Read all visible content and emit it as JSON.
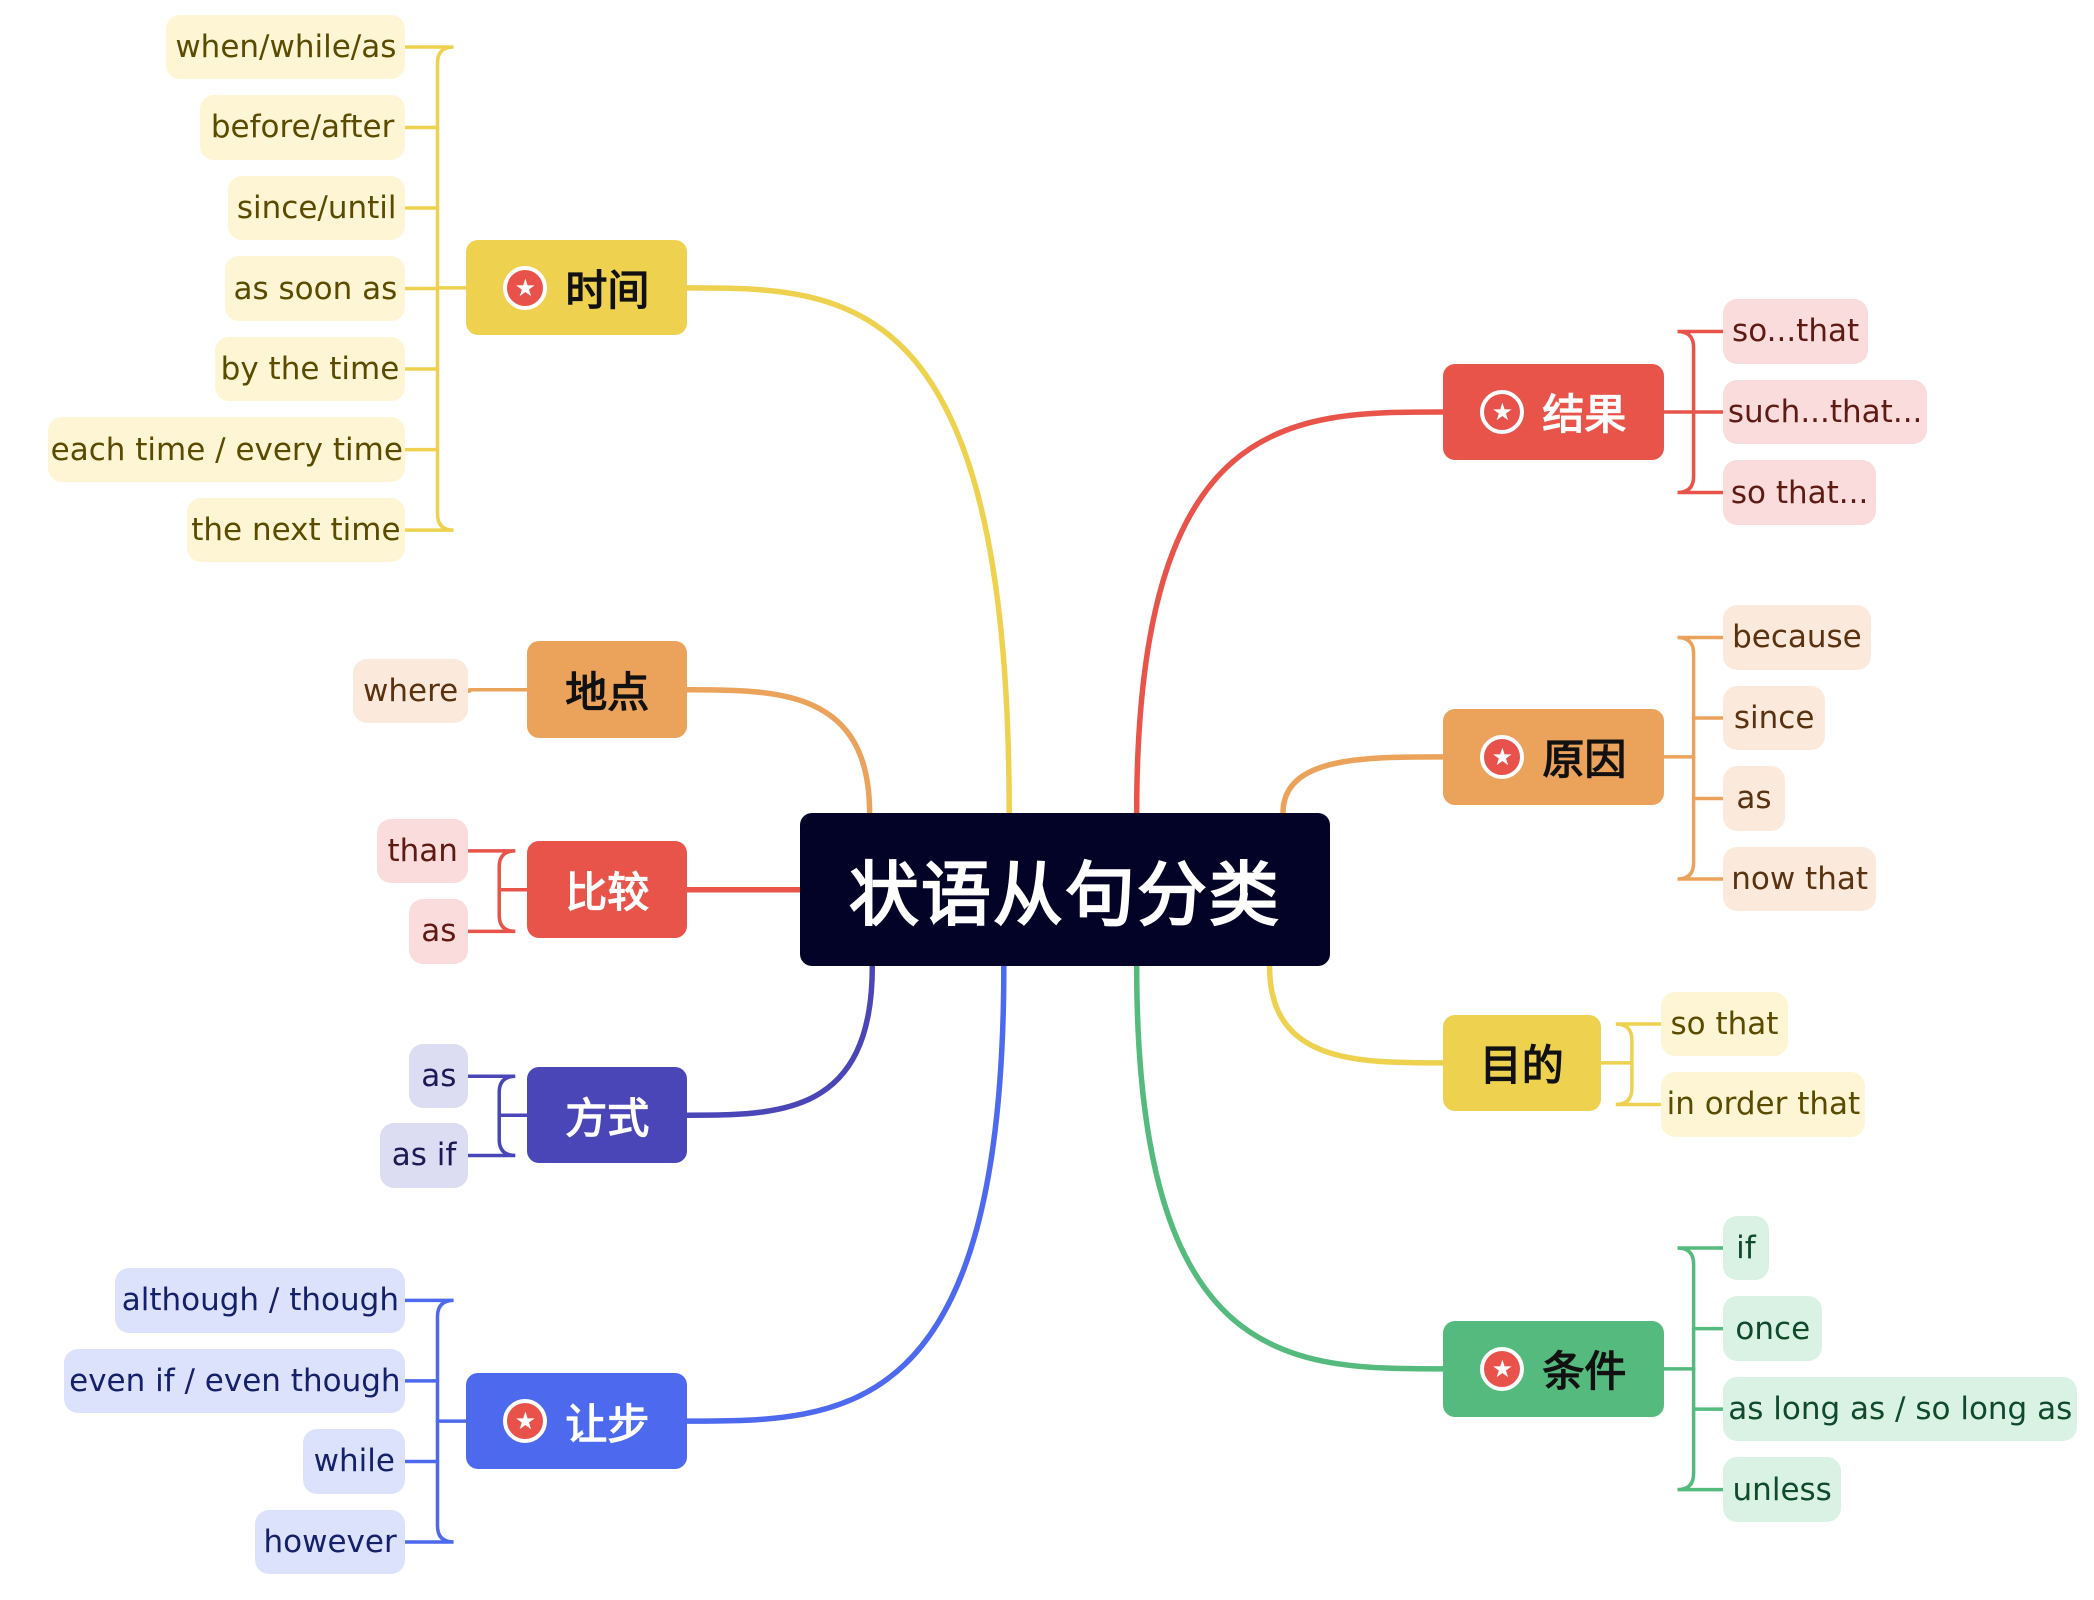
{
  "root": {
    "label": "状语从句分类",
    "color": "#030327"
  },
  "branches": [
    {
      "id": "time",
      "label": "时间",
      "starred": true,
      "color": "#eed24f",
      "text_color": "#111111",
      "leaf_bg": "#fdf5d3",
      "leaf_text": "#5a4b00",
      "leaves": [
        "when/while/as",
        "before/after",
        "since/until",
        "as soon as",
        "by the time",
        "each time / every time",
        "the next time"
      ]
    },
    {
      "id": "place",
      "label": "地点",
      "starred": false,
      "color": "#eba35b",
      "text_color": "#111111",
      "leaf_bg": "#fbeadb",
      "leaf_text": "#5b3210",
      "leaves": [
        "where"
      ]
    },
    {
      "id": "comparison",
      "label": "比较",
      "starred": false,
      "color": "#e8544a",
      "text_color": "#ffffff",
      "leaf_bg": "#f9dcdb",
      "leaf_text": "#5f1a14",
      "leaves": [
        "than",
        "as"
      ]
    },
    {
      "id": "manner",
      "label": "方式",
      "starred": false,
      "color": "#4a46b8",
      "text_color": "#ffffff",
      "leaf_bg": "#dcdcf2",
      "leaf_text": "#1c1a55",
      "leaves": [
        "as",
        "as if"
      ]
    },
    {
      "id": "concession",
      "label": "让步",
      "starred": true,
      "color": "#4d69ee",
      "text_color": "#ffffff",
      "leaf_bg": "#dde2fc",
      "leaf_text": "#14216a",
      "leaves": [
        "although / though",
        "even if / even though",
        "while",
        "however"
      ]
    },
    {
      "id": "result",
      "label": "结果",
      "starred": true,
      "color": "#e8544a",
      "text_color": "#ffffff",
      "leaf_bg": "#f9dcdb",
      "leaf_text": "#5f1a14",
      "leaves": [
        "so...that",
        "such...that...",
        "so that..."
      ]
    },
    {
      "id": "reason",
      "label": "原因",
      "starred": true,
      "color": "#eba35b",
      "text_color": "#111111",
      "leaf_bg": "#fbeadb",
      "leaf_text": "#5b3210",
      "leaves": [
        "because",
        "since",
        "as",
        "now that"
      ]
    },
    {
      "id": "purpose",
      "label": "目的",
      "starred": false,
      "color": "#eed24f",
      "text_color": "#111111",
      "leaf_bg": "#fdf5d3",
      "leaf_text": "#5a4b00",
      "leaves": [
        "so that",
        "in order that"
      ]
    },
    {
      "id": "condition",
      "label": "条件",
      "starred": true,
      "color": "#55ba7d",
      "text_color": "#111111",
      "leaf_bg": "#d9f2e3",
      "leaf_text": "#0f4a2a",
      "leaves": [
        "if",
        "once",
        "as long as / so long as",
        "unless"
      ]
    }
  ]
}
